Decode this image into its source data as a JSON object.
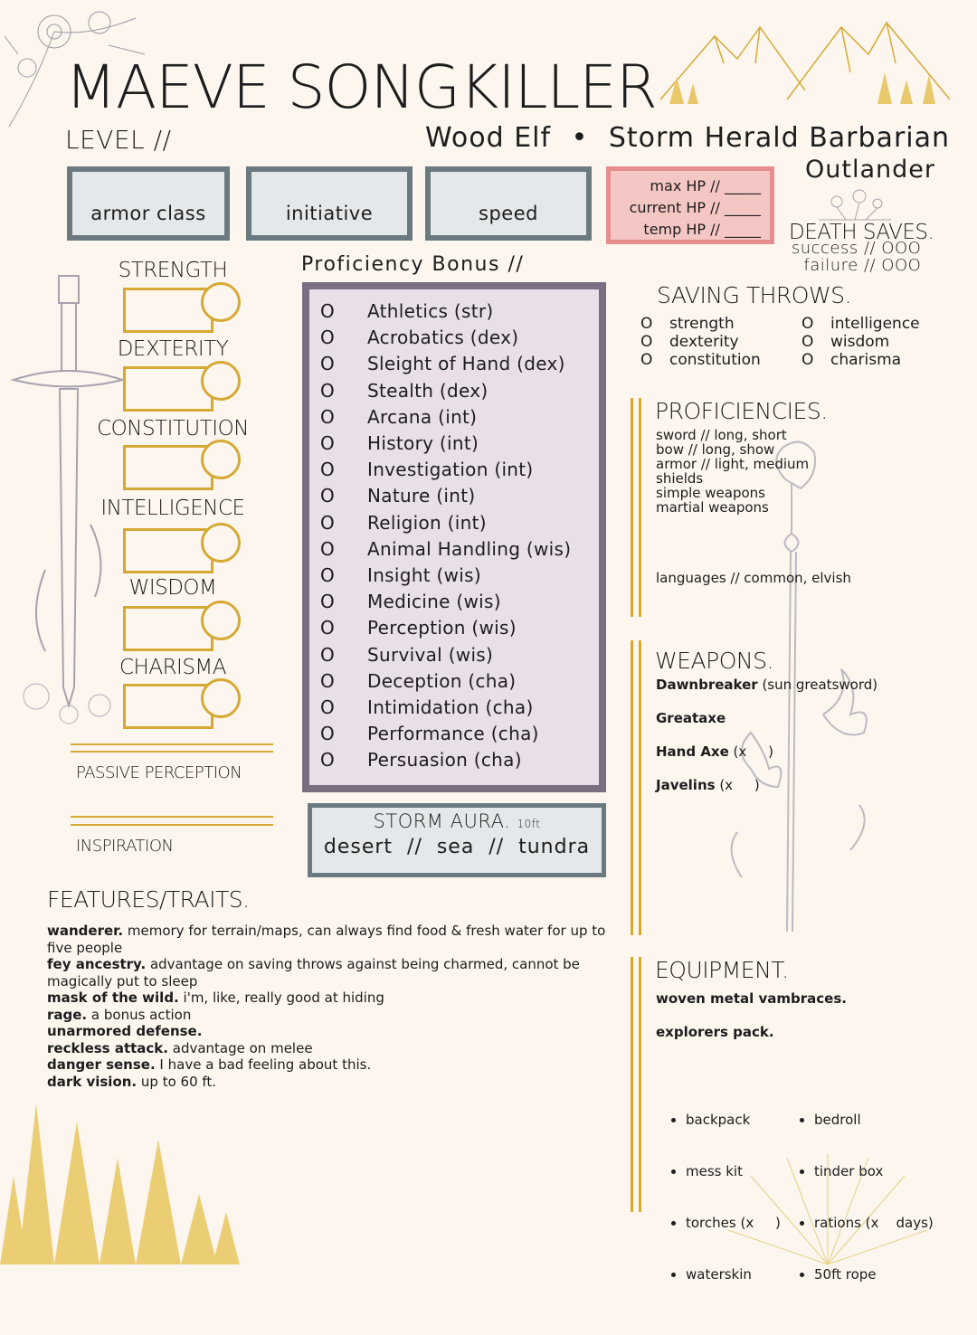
{
  "header": {
    "name": "MAEVE SONGKILLER",
    "level_label": "LEVEL //",
    "race": "Wood Elf",
    "separator": "•",
    "class": "Storm Herald Barbarian",
    "background": "Outlander"
  },
  "top_stats": {
    "armor_class": "armor class",
    "initiative": "initiative",
    "speed": "speed"
  },
  "hp": {
    "max": "max HP // _____",
    "current": "current HP // _____",
    "temp": "temp HP // _____"
  },
  "death_saves": {
    "title": "DEATH SAVES.",
    "success": "success // OOO",
    "failure": "failure // OOO"
  },
  "abilities": [
    "STRENGTH",
    "DEXTERITY",
    "CONSTITUTION",
    "INTELLIGENCE",
    "WISDOM",
    "CHARISMA"
  ],
  "passive_perception": "PASSIVE PERCEPTION",
  "inspiration": "INSPIRATION",
  "proficiency_bonus": "Proficiency Bonus //",
  "skill_marker": "O",
  "skills": [
    "Athletics (str)",
    "Acrobatics (dex)",
    "Sleight of Hand (dex)",
    "Stealth (dex)",
    "Arcana (int)",
    "History (int)",
    "Investigation (int)",
    "Nature (int)",
    "Religion (int)",
    "Animal Handling (wis)",
    "Insight (wis)",
    "Medicine (wis)",
    "Perception (wis)",
    "Survival (wis)",
    "Deception (cha)",
    "Intimidation (cha)",
    "Performance (cha)",
    "Persuasion (cha)"
  ],
  "storm_aura": {
    "title": "STORM AURA.",
    "range": "10ft",
    "options": "desert  //  sea  //  tundra"
  },
  "saving_throws": {
    "title": "SAVING THROWS.",
    "items": [
      {
        "mark": "O",
        "label": "strength"
      },
      {
        "mark": "O",
        "label": "dexterity"
      },
      {
        "mark": "O",
        "label": "constitution"
      },
      {
        "mark": "O",
        "label": "intelligence"
      },
      {
        "mark": "O",
        "label": "wisdom"
      },
      {
        "mark": "O",
        "label": "charisma"
      }
    ]
  },
  "proficiencies": {
    "title": "PROFICIENCIES.",
    "lines": [
      "sword // long, short",
      "bow // long, show",
      "armor // light, medium",
      "shields",
      "simple weapons",
      "martial weapons"
    ],
    "languages": "languages // common, elvish"
  },
  "weapons": {
    "title": "WEAPONS.",
    "items": [
      {
        "name": "Dawnbreaker",
        "detail": " (sun greatsword)"
      },
      {
        "name": "Greataxe",
        "detail": ""
      },
      {
        "name": "Hand Axe",
        "detail": " (x     )"
      },
      {
        "name": "Javelins",
        "detail": " (x     )"
      }
    ]
  },
  "features": {
    "title": "FEATURES/TRAITS.",
    "items": [
      {
        "name": "wanderer.",
        "text": " memory for terrain/maps, can always find food & fresh water for up to five people"
      },
      {
        "name": "fey ancestry.",
        "text": " advantage on saving throws against being charmed, cannot be magically put to sleep"
      },
      {
        "name": "mask of the wild.",
        "text": " i'm, like, really good at hiding"
      },
      {
        "name": "rage.",
        "text": " a bonus action"
      },
      {
        "name": "unarmored defense.",
        "text": ""
      },
      {
        "name": "reckless attack.",
        "text": " advantage on melee"
      },
      {
        "name": "danger sense.",
        "text": " I have a bad feeling about this."
      },
      {
        "name": "dark vision.",
        "text": " up to 60 ft."
      }
    ]
  },
  "equipment": {
    "title": "EQUIPMENT.",
    "item1": "woven metal vambraces.",
    "pack": "explorers pack.",
    "col1": [
      "backpack",
      "mess kit",
      "torches (x     )",
      "waterskin"
    ],
    "col2": [
      "bedroll",
      "tinder box",
      "rations (x    days)",
      "50ft rope"
    ]
  },
  "colors": {
    "background": "#fcf6ee",
    "gold": "#d6a935",
    "slate": "#6b7a80",
    "lavender": "#e9dfe9",
    "pink": "#f4c7c4"
  }
}
